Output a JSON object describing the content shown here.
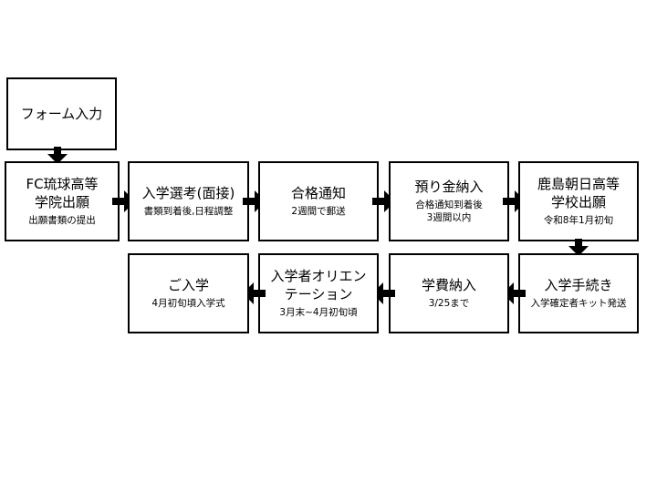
{
  "colors": {
    "background": "#ffffff",
    "box_border": "#000000",
    "arrow": "#000000",
    "text": "#000000"
  },
  "flow": {
    "form_input": {
      "title": "フォーム入力"
    },
    "fc_application": {
      "title": "FC琉球高等\n学院出願",
      "subtitle": "出願書類の提出"
    },
    "selection": {
      "title": "入学選考(面接)",
      "subtitle": "書類到着後,日程調整"
    },
    "acceptance": {
      "title": "合格通知",
      "subtitle": "2週間で郵送"
    },
    "deposit": {
      "title": "預り金納入",
      "subtitle": "合格通知到着後\n3週間以内"
    },
    "kashima_application": {
      "title": "鹿島朝日高等\n学校出願",
      "subtitle": "令和8年1月初旬"
    },
    "enrollment_procedure": {
      "title": "入学手続き",
      "subtitle": "入学確定者キット発送"
    },
    "tuition": {
      "title": "学費納入",
      "subtitle": "3/25まで"
    },
    "orientation": {
      "title": "入学者オリエン\nテーション",
      "subtitle": "3月末~4月初旬頃"
    },
    "admission": {
      "title": "ご入学",
      "subtitle": "4月初旬頃入学式"
    }
  }
}
